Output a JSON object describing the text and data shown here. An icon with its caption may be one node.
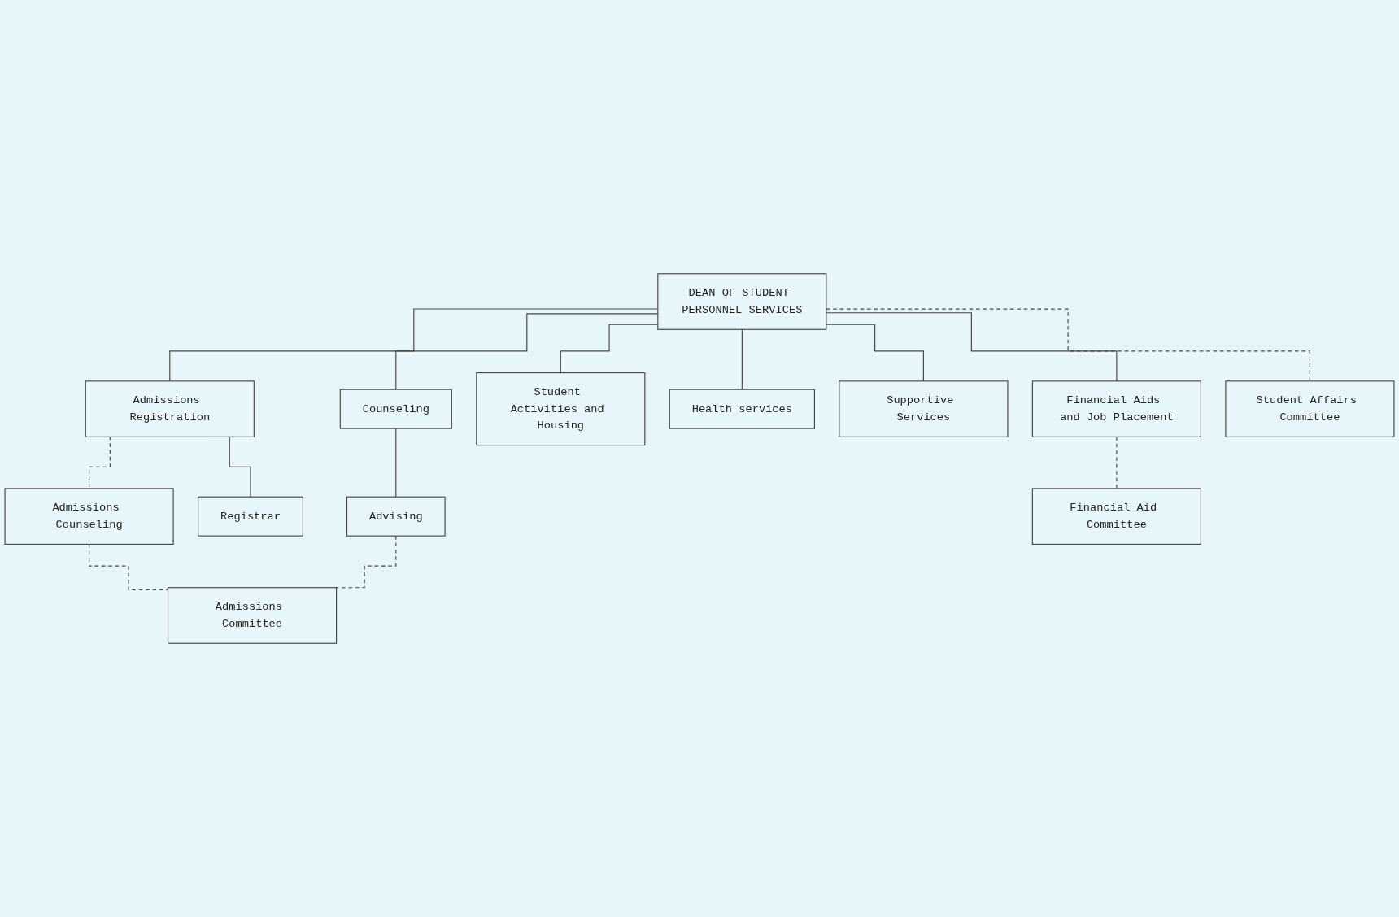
{
  "diagram": {
    "nodes": [
      {
        "text": [
          "DEAN OF STUDENT PERSONNEL SERVICES"
        ]
      },
      {
        "text": [
          "Admissions Registration"
        ]
      },
      {
        "text": [
          "Counseling"
        ]
      },
      {
        "text": [
          "Student Activities and Housing"
        ]
      },
      {
        "text": [
          "Health services"
        ]
      },
      {
        "text": [
          "Supportive Services"
        ]
      },
      {
        "text": [
          "Financial Aids and Job Placement"
        ]
      },
      {
        "text": [
          "Admissions Counseling"
        ]
      },
      {
        "text": [
          "Registrar"
        ]
      },
      {
        "text": [
          "Advising"
        ]
      },
      {
        "text": [
          "Student Affairs Committee"
        ]
      },
      {
        "text": [
          "Financial Aid Committee"
        ]
      },
      {
        "text": [
          "Admissions Committee"
        ]
      }
    ],
    "edges": [
      {
        "from": 0,
        "to": 1,
        "arrow": "none"
      },
      {
        "from": 0,
        "to": 2,
        "arrow": "none"
      },
      {
        "from": 0,
        "to": 3,
        "arrow": "none"
      },
      {
        "from": 0,
        "to": 4,
        "arrow": "none"
      },
      {
        "from": 0,
        "to": 10,
        "arrow": "none",
        "style": "dashed"
      },
      {
        "from": 0,
        "to": 5,
        "arrow": "none"
      },
      {
        "from": 0,
        "to": 6,
        "arrow": "none"
      },
      {
        "from": 1,
        "to": 7,
        "arrow": "none",
        "style": "dashed"
      },
      {
        "from": 1,
        "to": 8,
        "arrow": "none"
      },
      {
        "from": 2,
        "to": 9,
        "arrow": "none"
      },
      {
        "from": 6,
        "to": 11,
        "arrow": "none",
        "style": "dashed"
      },
      {
        "from": 7,
        "to": 12,
        "arrow": "none",
        "style": "dashed"
      },
      {
        "from": 9,
        "to": 12,
        "arrow": "none",
        "style": "dashed"
      }
    ]
  }
}
